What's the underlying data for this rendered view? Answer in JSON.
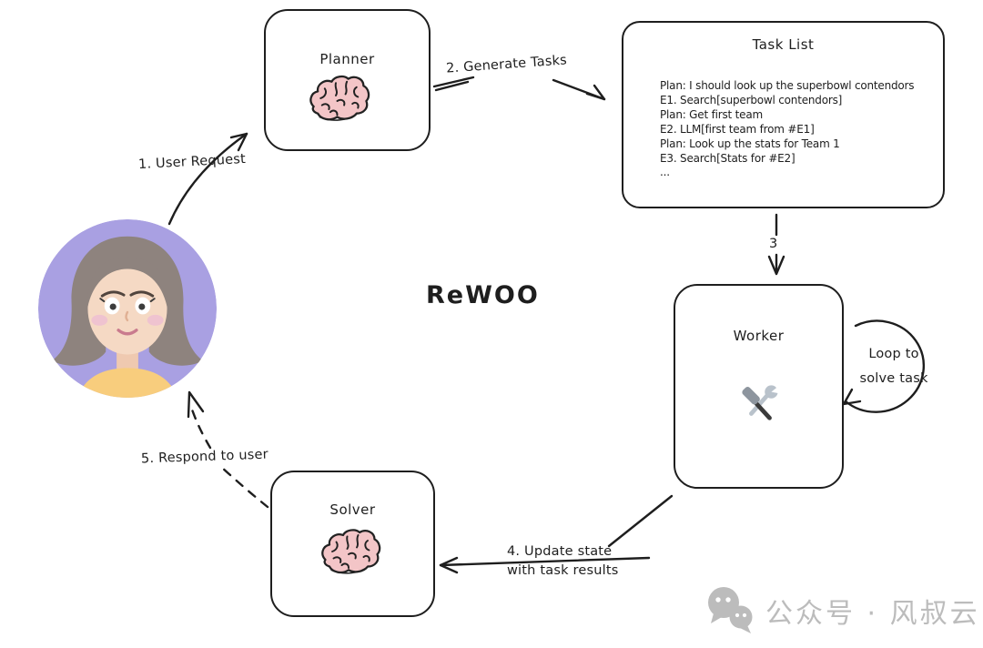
{
  "diagram": {
    "title": "ReWOO",
    "nodes": {
      "planner": {
        "label": "Planner",
        "icon": "brain-icon"
      },
      "task_list": {
        "label": "Task List",
        "lines": [
          "Plan: I should look up the superbowl contendors",
          "E1. Search[superbowl contendors]",
          "Plan: Get first team",
          "E2. LLM[first team from #E1]",
          "Plan: Look up the stats for Team 1",
          "E3. Search[Stats for #E2]",
          "..."
        ]
      },
      "worker": {
        "label": "Worker",
        "icon": "hammer-wrench-icon"
      },
      "solver": {
        "label": "Solver",
        "icon": "brain-icon"
      },
      "user": {
        "icon": "woman-avatar"
      }
    },
    "edges": {
      "user_request": {
        "label": "1. User Request"
      },
      "generate_tasks": {
        "label": "2. Generate Tasks"
      },
      "send_tasks": {
        "label": "3"
      },
      "update_state": {
        "label_line1": "4. Update state",
        "label_line2": "with task results"
      },
      "respond": {
        "label": "5. Respond to user"
      },
      "loop": {
        "label_line1": "Loop to",
        "label_line2": "solve task"
      }
    },
    "colors": {
      "stroke": "#1e1e1e",
      "brain_fill": "#f3c5c7",
      "avatar_background": "#a9a0e2",
      "avatar_hair": "#8e837e",
      "avatar_skin": "#f5d9c4",
      "avatar_shirt": "#f8cd7d",
      "watermark_gray": "#bcbcbc"
    }
  },
  "watermark": {
    "text": "公众号 · 风叔云",
    "icon": "wechat-icon"
  }
}
